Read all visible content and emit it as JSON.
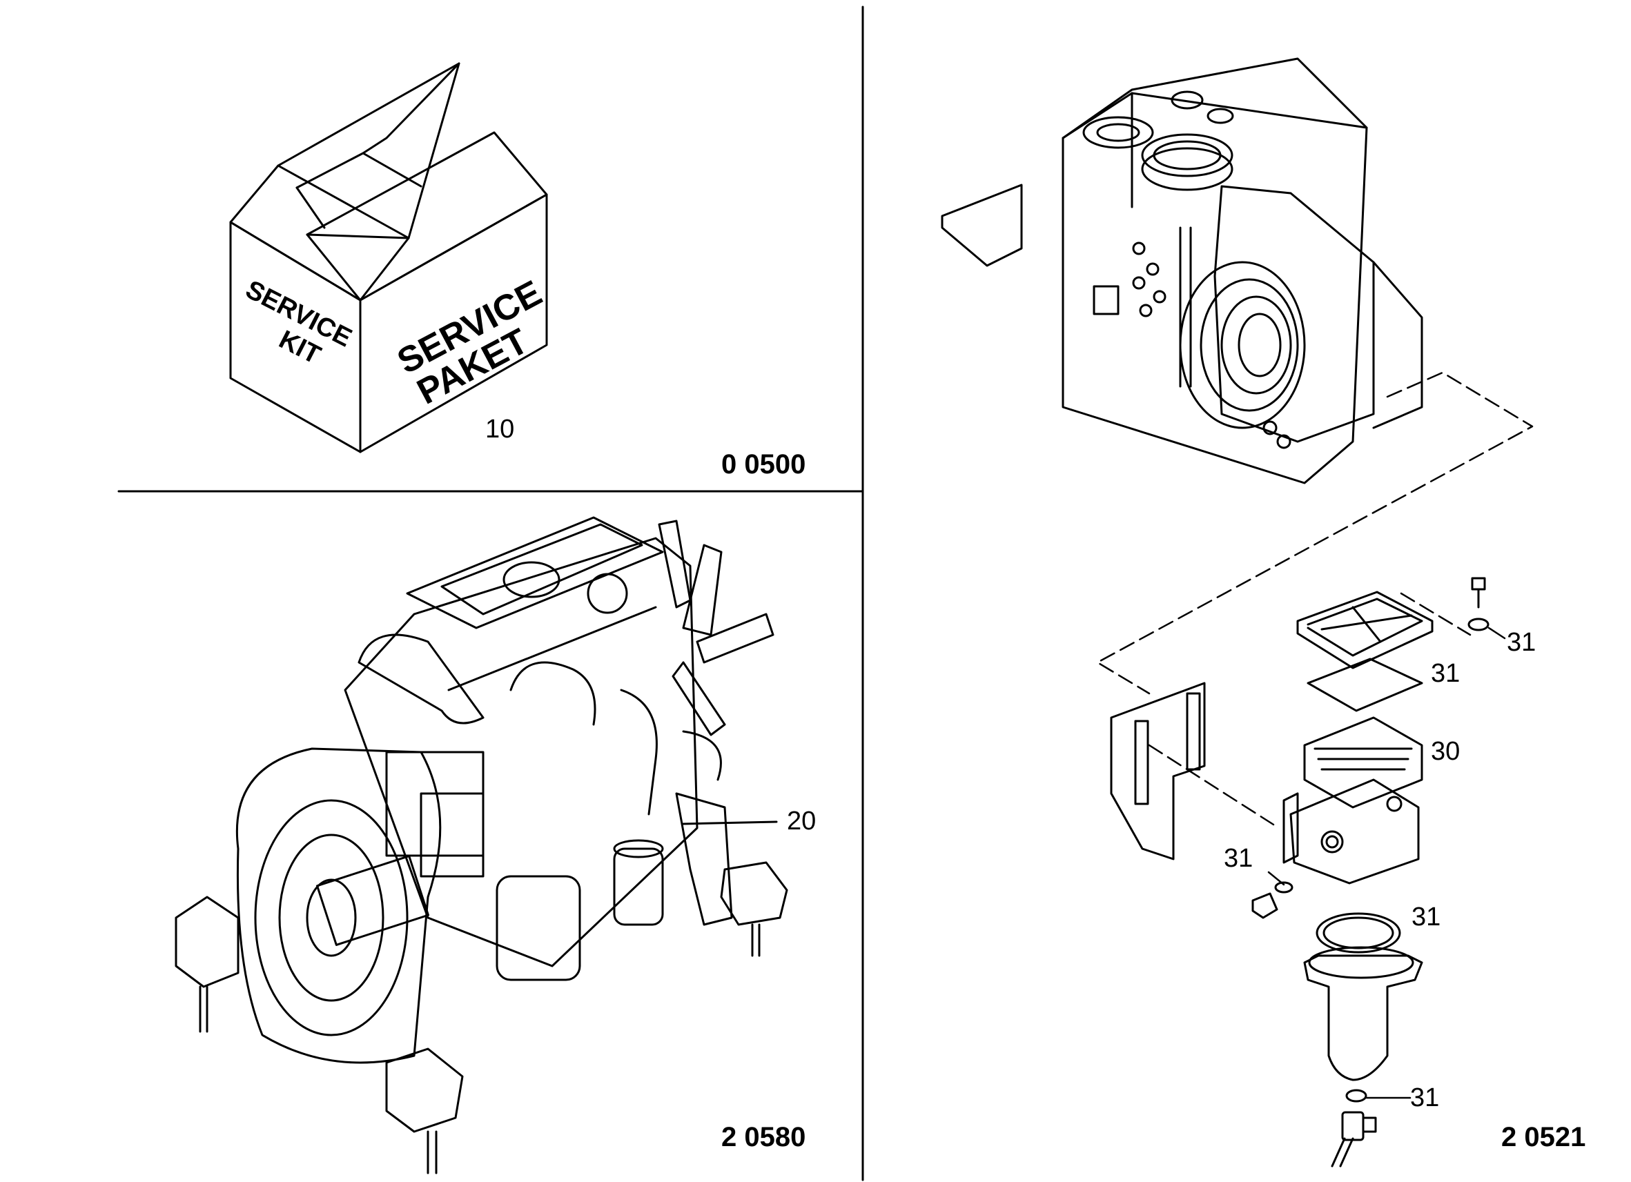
{
  "panels": {
    "service_kit": {
      "box_text_left": [
        "SERVICE",
        "KIT"
      ],
      "box_text_right": [
        "SERVICE",
        "PAKET"
      ],
      "callout": "10",
      "code": "0 0500"
    },
    "engine": {
      "callout": "20",
      "code": "2 0580"
    },
    "tank_filter": {
      "callouts": [
        "31",
        "31",
        "30",
        "31",
        "31",
        "31"
      ],
      "code": "2 0521"
    }
  }
}
